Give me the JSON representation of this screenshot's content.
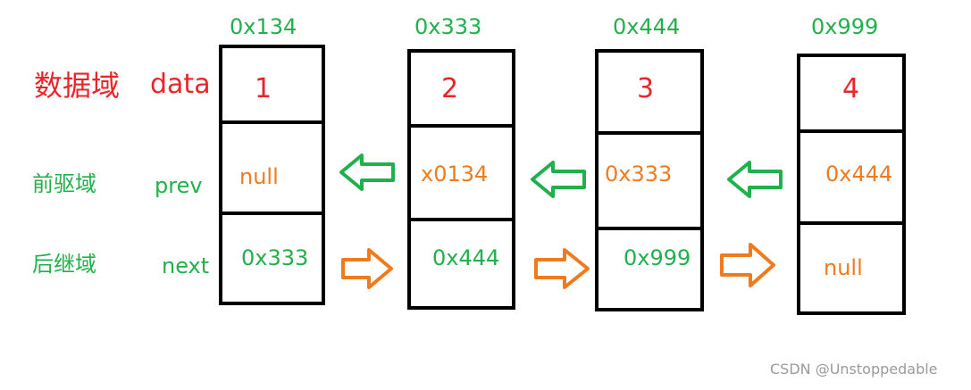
{
  "colors": {
    "red": "#e8262a",
    "green": "#22b04c",
    "orange": "#f07b1e",
    "gray": "#9a9a9a",
    "black": "#000000"
  },
  "labels": {
    "data_cn": "数据域",
    "data_en": "data",
    "prev_cn": "前驱域",
    "prev_en": "prev",
    "next_cn": "后继域",
    "next_en": "next"
  },
  "nodes": [
    {
      "address": "0x134",
      "data": "1",
      "prev": "null",
      "next": "0x333"
    },
    {
      "address": "0x333",
      "data": "2",
      "prev": "x0134",
      "next": "0x444"
    },
    {
      "address": "0x444",
      "data": "3",
      "prev": "0x333",
      "next": "0x999"
    },
    {
      "address": "0x999",
      "data": "4",
      "prev": "0x444",
      "next": "null"
    }
  ],
  "arrows": {
    "prev_icon": "left-arrow-icon",
    "next_icon": "right-arrow-icon"
  },
  "watermark": "CSDN @Unstoppedable"
}
